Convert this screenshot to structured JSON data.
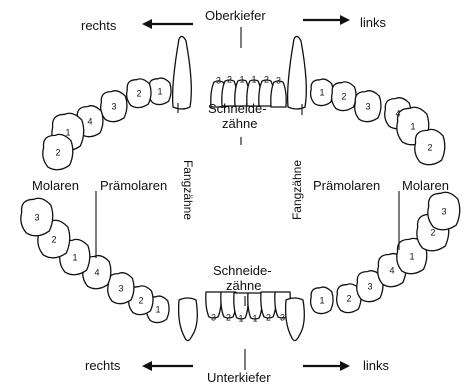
{
  "labels": {
    "upper_jaw": "Oberkiefer",
    "lower_jaw": "Unterkiefer",
    "right": "rechts",
    "left": "links",
    "incisors_line1": "Schneide-",
    "incisors_line2": "zähne",
    "canines": "Fangzähne",
    "molars": "Molaren",
    "premolars": "Prämolaren"
  },
  "tooth_numbers": {
    "upper_incisors": [
      "3",
      "2",
      "1",
      "1",
      "2",
      "3"
    ],
    "lower_incisors": [
      "3",
      "2",
      "1",
      "1",
      "2",
      "3"
    ],
    "upper_right_premolars": [
      "1",
      "2",
      "3",
      "4"
    ],
    "upper_right_molars": [
      "1",
      "2"
    ],
    "upper_left_premolars": [
      "1",
      "2",
      "3",
      "4"
    ],
    "upper_left_molars": [
      "1",
      "2"
    ],
    "lower_right_premolars": [
      "1",
      "2",
      "3",
      "4"
    ],
    "lower_right_molars": [
      "1",
      "2",
      "3"
    ],
    "lower_left_premolars": [
      "1",
      "2",
      "3",
      "4"
    ],
    "lower_left_molars": [
      "1",
      "2",
      "3"
    ]
  }
}
